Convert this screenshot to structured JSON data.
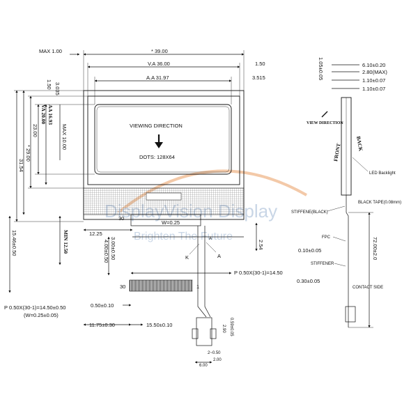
{
  "front": {
    "max_margin": "MAX 1.00",
    "overall_width": "* 39.00",
    "va_width": "V.A 36.00",
    "right_margin_top": "1.50",
    "aa_width": "A.A 31.97",
    "right_margin_aa": "3.515",
    "top_3035": "3.035",
    "top_150": "1.50",
    "aa_height": "AA 16.93",
    "va_height": "VA 20.00",
    "max_height": "MAX 10.00",
    "h_2300": "23.00",
    "h_2900": "* 29.00",
    "h_3154": "31.54",
    "viewing_direction": "VIEWING DIRECTION",
    "dots": "DOTS: 128X64",
    "pin30_top": "30",
    "width_025": "W=0.25",
    "dim_254": "2.54",
    "min_1250": "MIN 12.50",
    "dim_1225": "12.25",
    "dim_300": "3.00±0.50",
    "dim_400": "4.00±0.50",
    "dim_1546": "15.46±0.50",
    "pin_k": "K",
    "pin_a1": "A",
    "pin_a2": "A",
    "pitch_right": "P 0.50X(30-1)=14.50",
    "pin30_bottom": "30",
    "pin1_bottom": "1",
    "dim_050": "0.50±0.10",
    "pitch_left": "P 0.50X(30-1)=14.50±0.50",
    "width_005": "(W=0.25±0.05)",
    "dim_1175": "11.75±0.30",
    "dim_1550": "15.50±0.10",
    "conn_290": "2.90",
    "conn_059": "0.59±0.05",
    "conn_r": "2~0.50",
    "conn_200": "2.00",
    "conn_600": "6.00"
  },
  "side": {
    "top_left": "1.05±0.05",
    "t1": "6.10±0.20",
    "t2": "2.80(MAX)",
    "t3": "1.10±0.07",
    "t4": "1.10±0.07",
    "view_dir": "VIEW DIRECTION",
    "front": "FRONT",
    "back": "BACK",
    "led": "LED Backlight",
    "black_tape": "BLACK TAPE(0.08mm)",
    "stiffener_black": "STIFFENE(BLACK)",
    "fpc": "FPC",
    "d010": "0.10±0.05",
    "stiffener": "STIFFENER",
    "d030": "0.30±0.05",
    "d7200": "72.00±2.0",
    "contact": "CONTACT SIDE"
  },
  "watermark": {
    "brand": "DisplayVision Display",
    "tagline": "Brighten The Future"
  },
  "colors": {
    "line": "#111111",
    "watermark": "#c9d6e6",
    "watermark_arc": "#f3c9a8"
  }
}
